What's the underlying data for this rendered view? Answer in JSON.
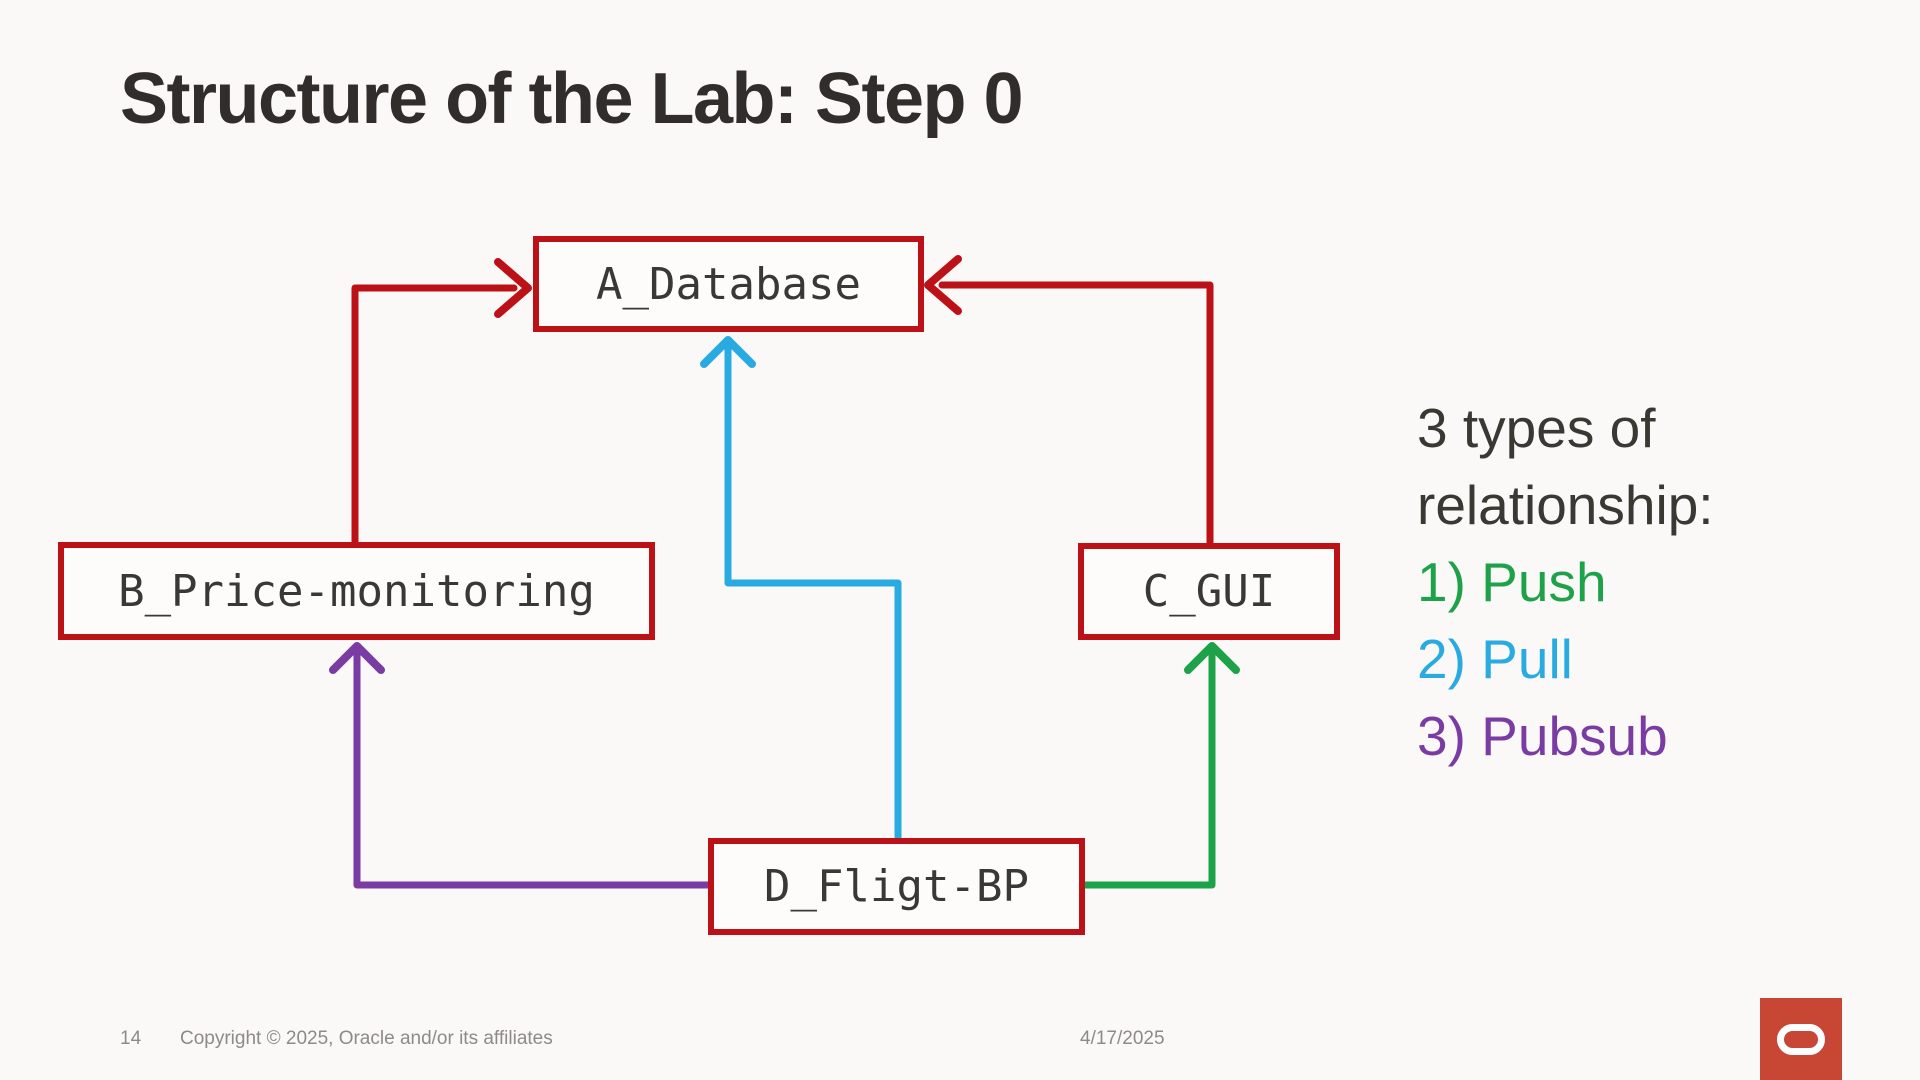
{
  "slide": {
    "title": "Structure of the Lab: Step 0",
    "nodes": {
      "a": "A_Database",
      "b": "B_Price-monitoring",
      "c": "C_GUI",
      "d": "D_Fligt-BP"
    },
    "legend": {
      "intro_line1": "3 types of",
      "intro_line2": "relationship:",
      "items": [
        {
          "label": "1) Push",
          "color": "#1da24a"
        },
        {
          "label": "2) Pull",
          "color": "#29abe2"
        },
        {
          "label": "3) Pubsub",
          "color": "#7a3ca3"
        }
      ]
    },
    "colors": {
      "arrow_red": "#bc1117",
      "push_green": "#1da24a",
      "pull_blue": "#29abe2",
      "pubsub_purple": "#7a3ca3",
      "logo_red": "#c74634"
    },
    "footer": {
      "page_number": "14",
      "copyright": "Copyright © 2025, Oracle and/or its affiliates",
      "date": "4/17/2025"
    }
  }
}
